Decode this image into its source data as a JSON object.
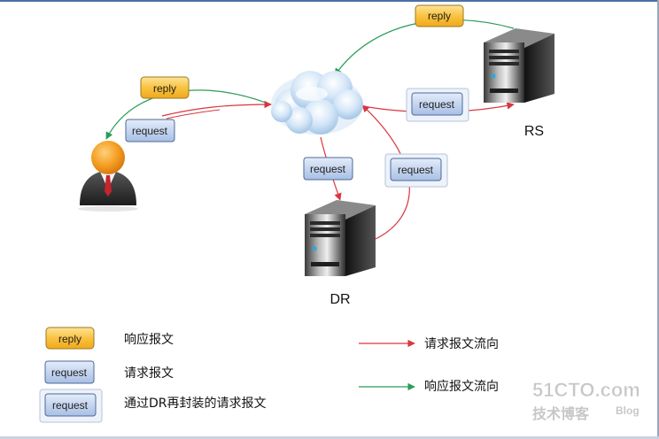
{
  "labels": {
    "reply": "reply",
    "request": "request"
  },
  "nodes": {
    "rs": "RS",
    "dr": "DR"
  },
  "legend": {
    "reply_desc": "响应报文",
    "request_desc": "请求报文",
    "wrapped_desc": "通过DR再封装的请求报文",
    "request_flow": "请求报文流向",
    "reply_flow": "响应报文流向"
  },
  "watermark": {
    "brand": "51CTO.com",
    "sub": "技术博客",
    "blog": "Blog"
  },
  "colors": {
    "request_arrow": "#d9363e",
    "reply_arrow": "#2a9c5a",
    "reply_tag": "#f7b733",
    "request_tag": "#aec4e6"
  }
}
